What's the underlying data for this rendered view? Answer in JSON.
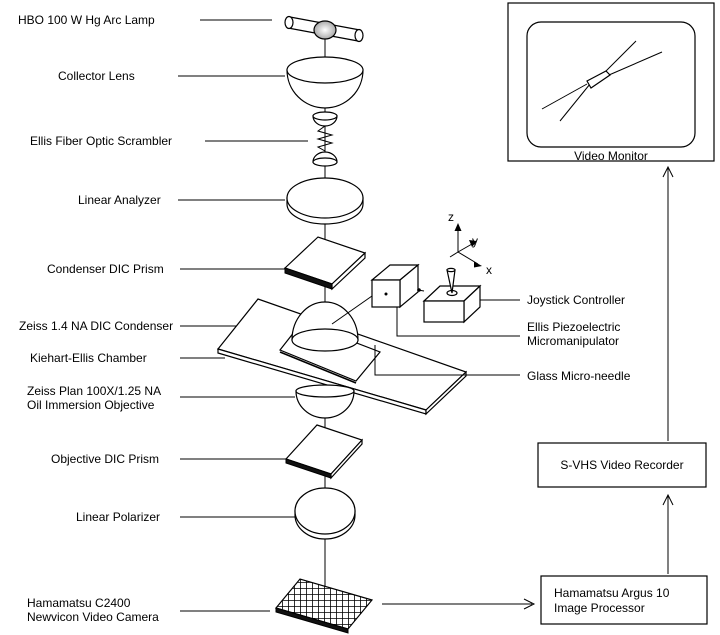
{
  "labels": {
    "lamp": "HBO 100 W Hg Arc Lamp",
    "collector": "Collector Lens",
    "scrambler": "Ellis Fiber Optic Scrambler",
    "analyzer": "Linear Analyzer",
    "condenser_prism": "Condenser DIC Prism",
    "condenser": "Zeiss 1.4 NA DIC Condenser",
    "chamber": "Kiehart-Ellis Chamber",
    "objective_line1": "Zeiss Plan 100X/1.25 NA",
    "objective_line2": "Oil Immersion Objective",
    "objective_prism": "Objective DIC Prism",
    "polarizer": "Linear Polarizer",
    "camera_line1": "Hamamatsu C2400",
    "camera_line2": "Newvicon Video Camera",
    "joystick": "Joystick Controller",
    "piezo_line1": "Ellis Piezoelectric",
    "piezo_line2": "Micromanipulator",
    "needle": "Glass Micro-needle",
    "monitor": "Video Monitor",
    "recorder": "S-VHS Video Recorder",
    "processor_line1": "Hamamatsu Argus 10",
    "processor_line2": "Image Processor",
    "axis_z": "z",
    "axis_y": "y",
    "axis_x": "x"
  },
  "colors": {
    "ink": "#000000",
    "background": "#ffffff"
  }
}
